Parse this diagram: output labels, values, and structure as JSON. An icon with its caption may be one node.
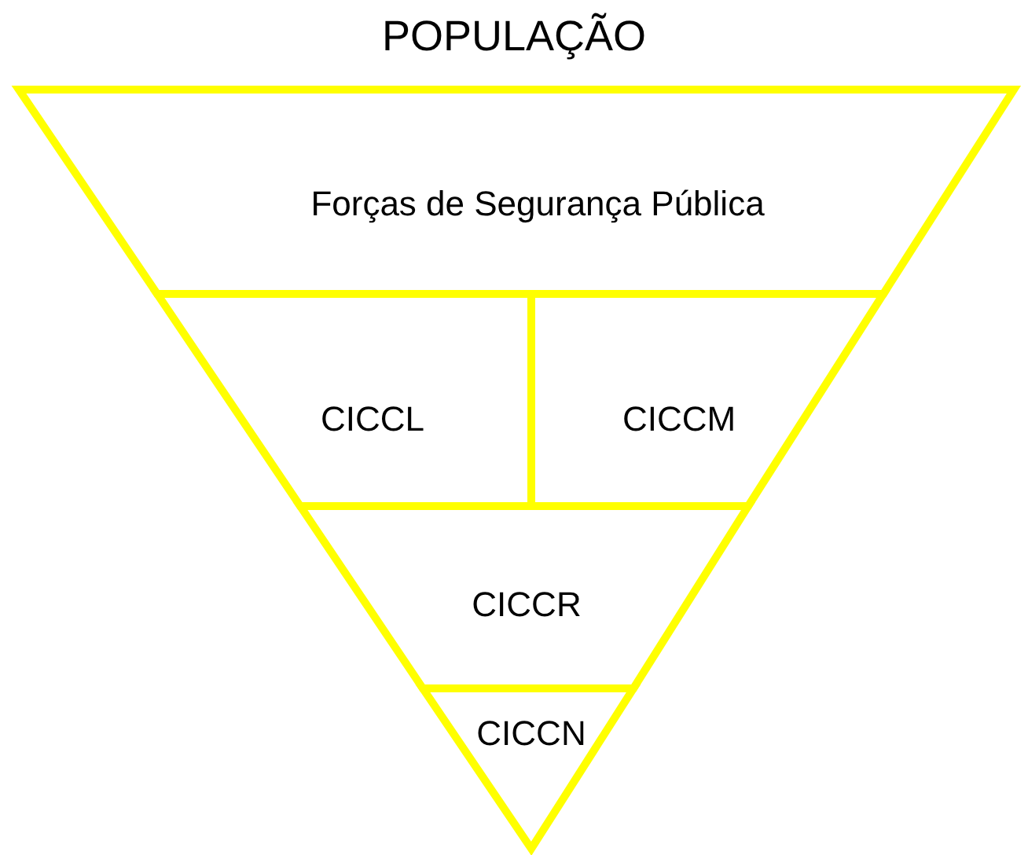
{
  "diagram": {
    "title": "POPULAÇÃO",
    "nodes": [
      {
        "text": [
          "Forças de Segurança Pública"
        ]
      },
      {
        "text": [
          "CICCL"
        ]
      },
      {
        "text": [
          "CICCM"
        ]
      },
      {
        "text": [
          "CICCR"
        ]
      },
      {
        "text": [
          "CICCN"
        ]
      }
    ]
  }
}
